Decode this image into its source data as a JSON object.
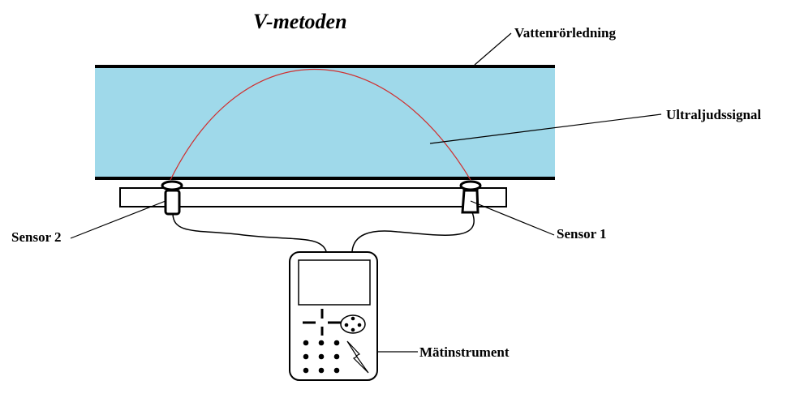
{
  "title": "V-metoden",
  "labels": {
    "pipe": "Vattenrörledning",
    "signal": "Ultraljudssignal",
    "sensor_left": "Sensor 2",
    "sensor_right": "Sensor 1",
    "instrument": "Mätinstrument"
  },
  "colors": {
    "water": "#9fd9ea",
    "signal": "#d03030",
    "line": "#000000",
    "background": "#ffffff"
  },
  "icons": {
    "sensor": "ultrasonic-transducer-icon",
    "instrument": "flowmeter-device-icon",
    "lightning": "lightning-icon"
  }
}
